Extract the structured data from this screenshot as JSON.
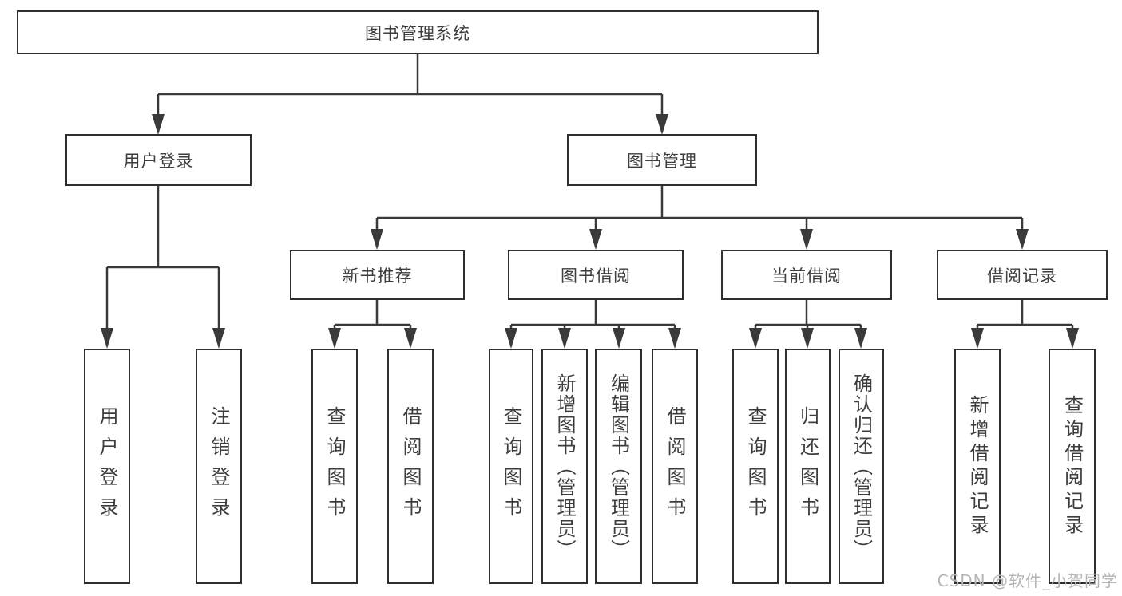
{
  "diagram": {
    "type": "hierarchy-tree",
    "title": "图书管理系统",
    "watermark": "CSDN @软件_小贺同学",
    "colors": {
      "background": "#ffffff",
      "box_border": "#2f2f2f",
      "connector_line": "#3a3a3a",
      "text": "#3d3d3d",
      "watermark": "#b5b5b5"
    },
    "nodes": {
      "root": {
        "label": "图书管理系统",
        "children": [
          "user_login",
          "book_mgmt"
        ]
      },
      "user_login": {
        "label": "用户登录",
        "children": [
          "user_login_leaf",
          "logout"
        ]
      },
      "book_mgmt": {
        "label": "图书管理",
        "children": [
          "new_book_rec",
          "book_borrow",
          "current_borrow",
          "borrow_record"
        ]
      },
      "new_book_rec": {
        "label": "新书推荐",
        "children": [
          "rec_query",
          "rec_borrow"
        ]
      },
      "book_borrow": {
        "label": "图书借阅",
        "children": [
          "bb_query",
          "bb_add",
          "bb_edit",
          "bb_borrow"
        ]
      },
      "current_borrow": {
        "label": "当前借阅",
        "children": [
          "cb_query",
          "cb_return",
          "cb_confirm"
        ]
      },
      "borrow_record": {
        "label": "借阅记录",
        "children": [
          "br_add",
          "br_query"
        ]
      },
      "user_login_leaf": {
        "label": "用户登录"
      },
      "logout": {
        "label": "注销登录"
      },
      "rec_query": {
        "label": "查询图书"
      },
      "rec_borrow": {
        "label": "借阅图书"
      },
      "bb_query": {
        "label": "查询图书"
      },
      "bb_add": {
        "label": "新增图书（管理员）"
      },
      "bb_edit": {
        "label": "编辑图书（管理员）"
      },
      "bb_borrow": {
        "label": "借阅图书"
      },
      "cb_query": {
        "label": "查询图书"
      },
      "cb_return": {
        "label": "归还图书"
      },
      "cb_confirm": {
        "label": "确认归还（管理员）"
      },
      "br_add": {
        "label": "新增借阅记录"
      },
      "br_query": {
        "label": "查询借阅记录"
      }
    }
  }
}
